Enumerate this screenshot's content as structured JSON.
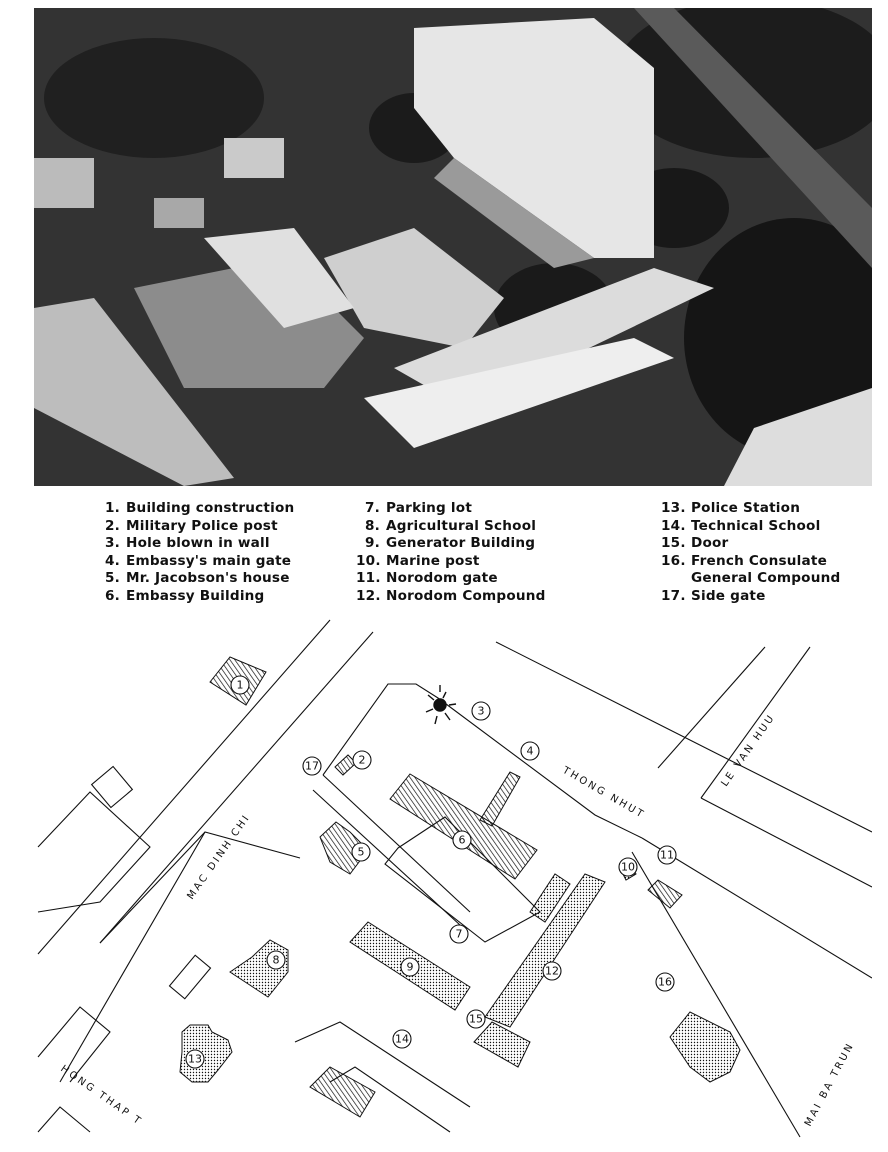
{
  "legend": [
    {
      "num": "1.",
      "label": "Building construction"
    },
    {
      "num": "2.",
      "label": "Military Police post"
    },
    {
      "num": "3.",
      "label": "Hole blown in wall"
    },
    {
      "num": "4.",
      "label": "Embassy's main gate"
    },
    {
      "num": "5.",
      "label": "Mr. Jacobson's house"
    },
    {
      "num": "6.",
      "label": "Embassy Building"
    },
    {
      "num": "7.",
      "label": "Parking lot"
    },
    {
      "num": "8.",
      "label": "Agricultural School"
    },
    {
      "num": "9.",
      "label": "Generator Building"
    },
    {
      "num": "10.",
      "label": "Marine post"
    },
    {
      "num": "11.",
      "label": "Norodom gate"
    },
    {
      "num": "12.",
      "label": "Norodom Compound"
    },
    {
      "num": "13.",
      "label": "Police Station"
    },
    {
      "num": "14.",
      "label": "Technical School"
    },
    {
      "num": "15.",
      "label": "Door"
    },
    {
      "num": "16.",
      "label": "French Consulate",
      "label_cont": "General Compound"
    },
    {
      "num": "17.",
      "label": "Side gate"
    }
  ],
  "streets": {
    "thong_nhut": "THONG NHUT",
    "le_van_huu": "LE VAN HUU",
    "mac_dinh_chi": "MAC DINH CHI",
    "hong_thap_tu": "HONG THAP T",
    "mai_ba_trung": "MAI BA TRUN"
  },
  "markers": [
    "1",
    "2",
    "3",
    "4",
    "5",
    "6",
    "7",
    "8",
    "9",
    "10",
    "11",
    "12",
    "13",
    "14",
    "15",
    "16",
    "17"
  ],
  "colors": {
    "ink": "#111111",
    "paper": "#ffffff",
    "photo_dark": "#2a2a2a"
  },
  "icons": {
    "explosion": "explosion-icon"
  }
}
